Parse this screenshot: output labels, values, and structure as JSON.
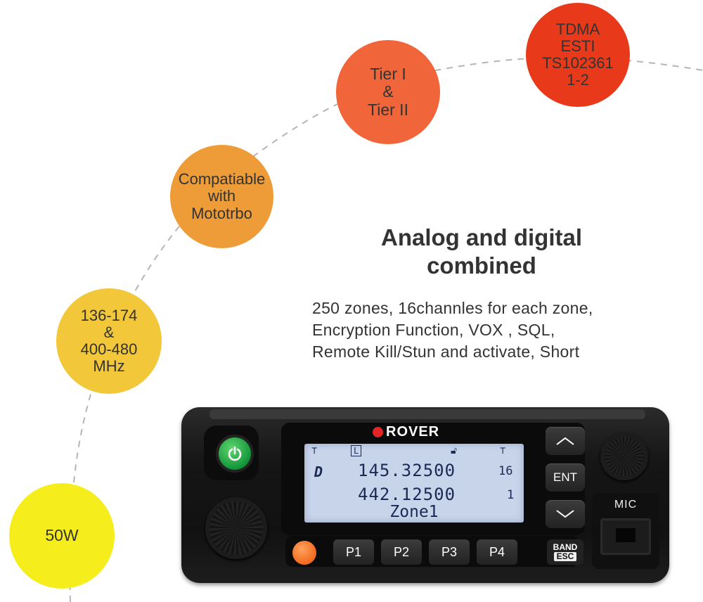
{
  "bubbles": {
    "power": "50W",
    "freq_1": "136-174",
    "freq_amp": "&",
    "freq_2": "400-480",
    "freq_3": "MHz",
    "compat_1": "Compatiable",
    "compat_2": "with",
    "compat_3": "Mototrbo",
    "tier_1": "Tier I",
    "tier_amp": "&",
    "tier_2": "Tier II",
    "tdma_1": "TDMA",
    "tdma_2": "ESTI",
    "tdma_3": "TS102361",
    "tdma_4": "1-2"
  },
  "headline": {
    "line1": "Analog and digital",
    "line2": "combined"
  },
  "description": {
    "line1": "250 zones, 16channles for each zone,",
    "line2": "Encryption Function, VOX , SQL,",
    "line3": "Remote Kill/Stun and activate, Short"
  },
  "radio": {
    "brand": "ROVER",
    "lcd": {
      "freq1": "145.32500",
      "ch1": "16",
      "freq2": "442.12500",
      "ch2": "1",
      "zone": "Zone1",
      "mode_indicator": "L",
      "mode_icon": "D"
    },
    "keys": {
      "ent": "ENT",
      "p1": "P1",
      "p2": "P2",
      "p3": "P3",
      "p4": "P4",
      "band": "BAND",
      "esc": "ESC",
      "mic": "MIC"
    }
  },
  "colors": {
    "power_bubble": "#f6ee1c",
    "freq_bubble": "#f2c73a",
    "compat_bubble": "#ee9c38",
    "tier_bubble": "#f0663a",
    "tdma_bubble": "#e83a1a"
  }
}
